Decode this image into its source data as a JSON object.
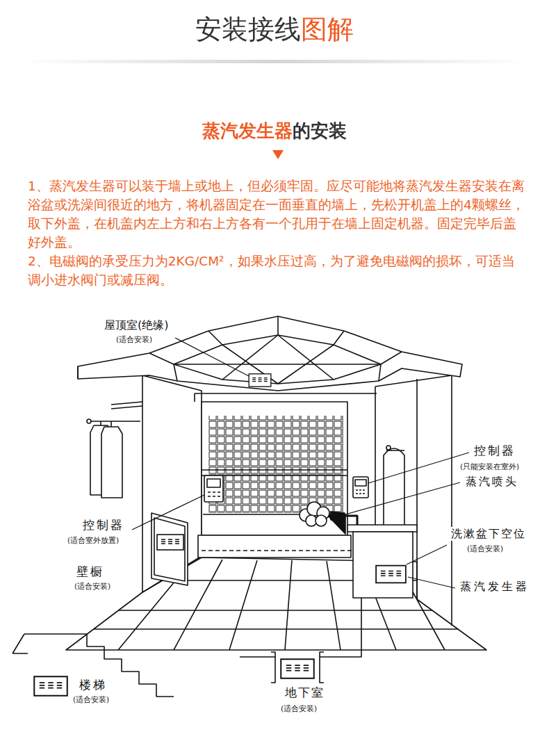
{
  "diagram": {
    "title": "安装接线图解",
    "labels": [
      "蒸汽发生器的安装",
      "1、蒸汽发生器可以装于墙上或地上，但必须牢固。应尽可能地将蒸汽发生器安装在离浴盆或洗澡间很近的地方，将机器固定在一面垂直的墙上，先松开机盖上的4颗螺丝，取下外盖，在机盖内左上方和右上方各有一个孔用于在墙上固定机器。固定完毕后盖好外盖。",
      "2、电磁阀的承受压力为2KG/CM²，如果水压过高，为了避免电磁阀的损坏，可适当调小进水阀门或减压阀。",
      "屋顶室(绝缘)",
      "(适合安装)",
      "控制器",
      "(只能安装在室外)",
      "蒸汽喷头",
      "控制器",
      "(适合室外放置)",
      "洗漱盆下空位",
      "(适合安装)",
      "壁橱",
      "(适合安装)",
      "蒸汽发生器",
      "楼梯",
      "(适合安装)",
      "地下室",
      "(适合安装)"
    ]
  }
}
